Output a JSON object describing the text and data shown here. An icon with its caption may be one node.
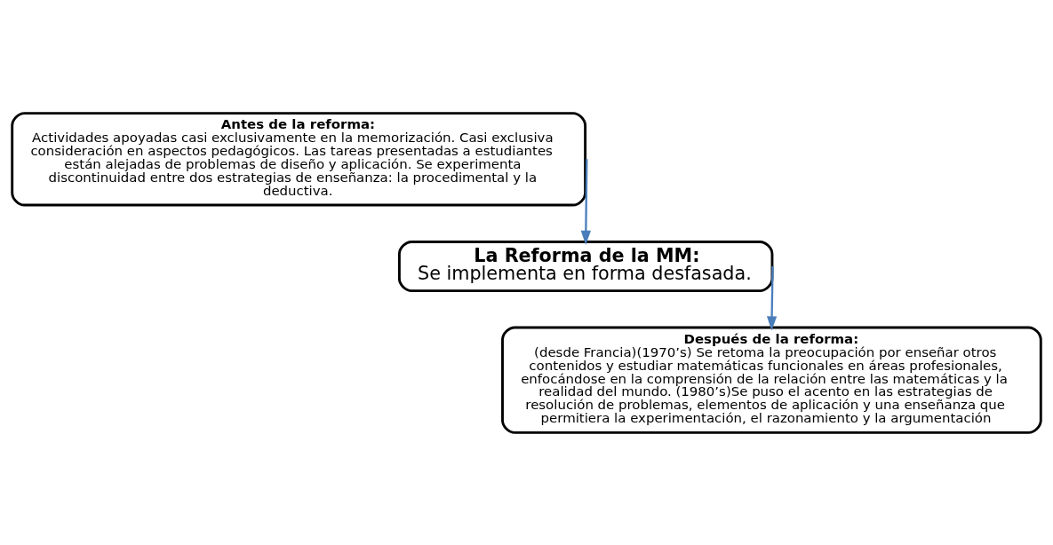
{
  "diagram": {
    "nodes": [
      {
        "text": [
          "Antes de la reforma:",
          "Actividades apoyadas casi exclusivamente en la memorización. Casi exclusiva consideración en aspectos pedagógicos. Las tareas presentadas a estudiantes están alejadas de problemas de diseño y aplicación. Se experimenta discontinuidad entre dos estrategias de enseñanza: la procedimental y la deductiva."
        ]
      },
      {
        "text": [
          "La Reforma de la MM:",
          "Se implementa en forma desfasada."
        ]
      },
      {
        "text": [
          "Después de la reforma:",
          "(desde Francia)(1970’s) Se retoma la preocupación por enseñar otros contenidos y estudiar matemáticas funcionales en áreas profesionales, enfocándose en la comprensión de la relación entre las matemáticas y la realidad del mundo. (1980’s)Se puso el acento en las estrategias de resolución de problemas, elementos de aplicación y una enseñanza que permitiera la experimentación, el razonamiento y la argumentación"
        ]
      }
    ],
    "edges": [
      {
        "from": 0,
        "to": 1,
        "arrow": "to"
      },
      {
        "from": 1,
        "to": 2,
        "arrow": "to"
      }
    ]
  }
}
